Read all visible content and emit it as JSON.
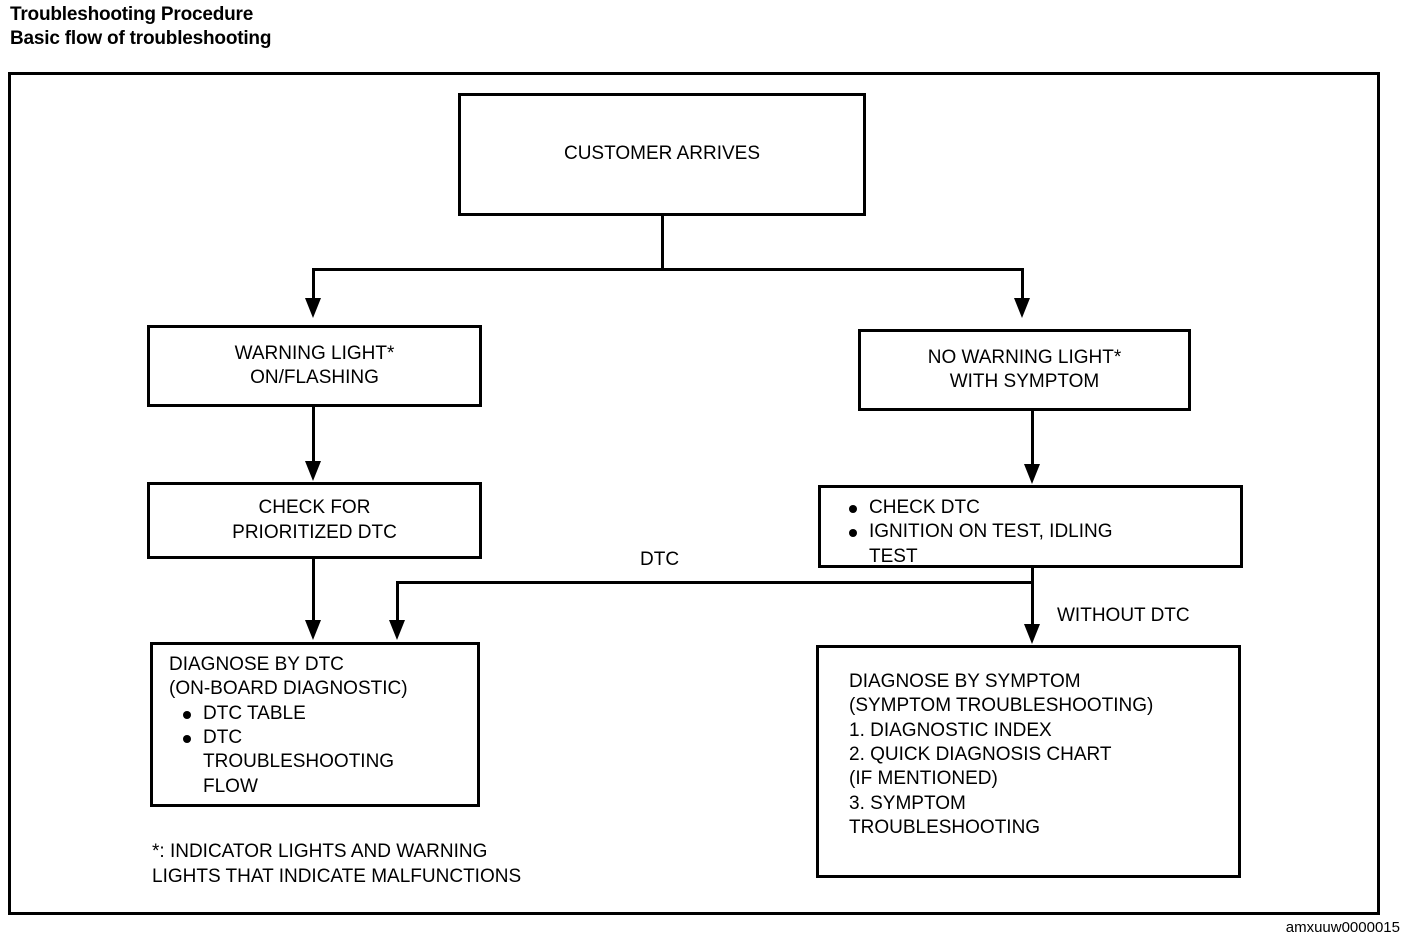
{
  "heading": {
    "line1": "Troubleshooting Procedure",
    "line2": "Basic flow of troubleshooting"
  },
  "diagram": {
    "type": "flowchart",
    "nodes": {
      "customer_arrives": {
        "text": "CUSTOMER ARRIVES"
      },
      "warning_light": {
        "text": "WARNING LIGHT*\nON/FLASHING"
      },
      "no_warning_light": {
        "text": "NO WARNING LIGHT*\nWITH SYMPTOM"
      },
      "check_prioritized_dtc": {
        "text": "CHECK FOR\nPRIORITIZED DTC"
      },
      "check_dtc": {
        "bullets": [
          "CHECK DTC",
          "IGNITION ON TEST, IDLING\nTEST"
        ]
      },
      "diagnose_by_dtc": {
        "line1": "DIAGNOSE BY DTC",
        "line2": "(ON-BOARD DIAGNOSTIC)",
        "bullets": [
          "DTC TABLE",
          "DTC\nTROUBLESHOOTING\nFLOW"
        ]
      },
      "diagnose_by_symptom": {
        "line1": "DIAGNOSE BY SYMPTOM",
        "line2": "(SYMPTOM TROUBLESHOOTING)",
        "items": [
          "1. DIAGNOSTIC INDEX",
          "2. QUICK DIAGNOSIS CHART\n    (IF MENTIONED)",
          "3. SYMPTOM\n    TROUBLESHOOTING"
        ]
      }
    },
    "edge_labels": {
      "dtc": "DTC",
      "without_dtc": "WITHOUT DTC"
    }
  },
  "footnote": "*: INDICATOR LIGHTS AND WARNING\n   LIGHTS THAT INDICATE MALFUNCTIONS",
  "asset_code": "amxuuw0000015",
  "colors": {
    "ink": "#000000",
    "paper": "#ffffff"
  }
}
